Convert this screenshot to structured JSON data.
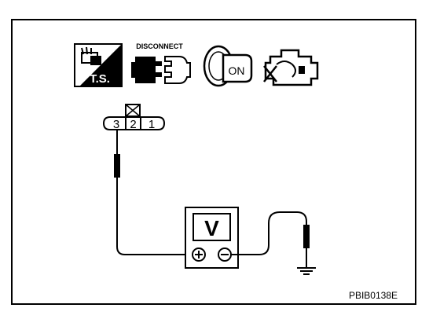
{
  "icons": {
    "ts_label": "T.S.",
    "disconnect_label": "DISCONNECT",
    "ignition_label": "ON",
    "names": [
      "ts-connector-icon",
      "disconnect-connector-icon",
      "ignition-key-on-icon",
      "engine-off-icon"
    ]
  },
  "connector": {
    "pins": [
      "3",
      "2",
      "1"
    ]
  },
  "voltmeter": {
    "display": "V",
    "terminals": [
      "⊕",
      "⊖"
    ]
  },
  "figure_id": "PBIB0138E",
  "colors": {
    "line": "#000000",
    "background": "#ffffff"
  }
}
